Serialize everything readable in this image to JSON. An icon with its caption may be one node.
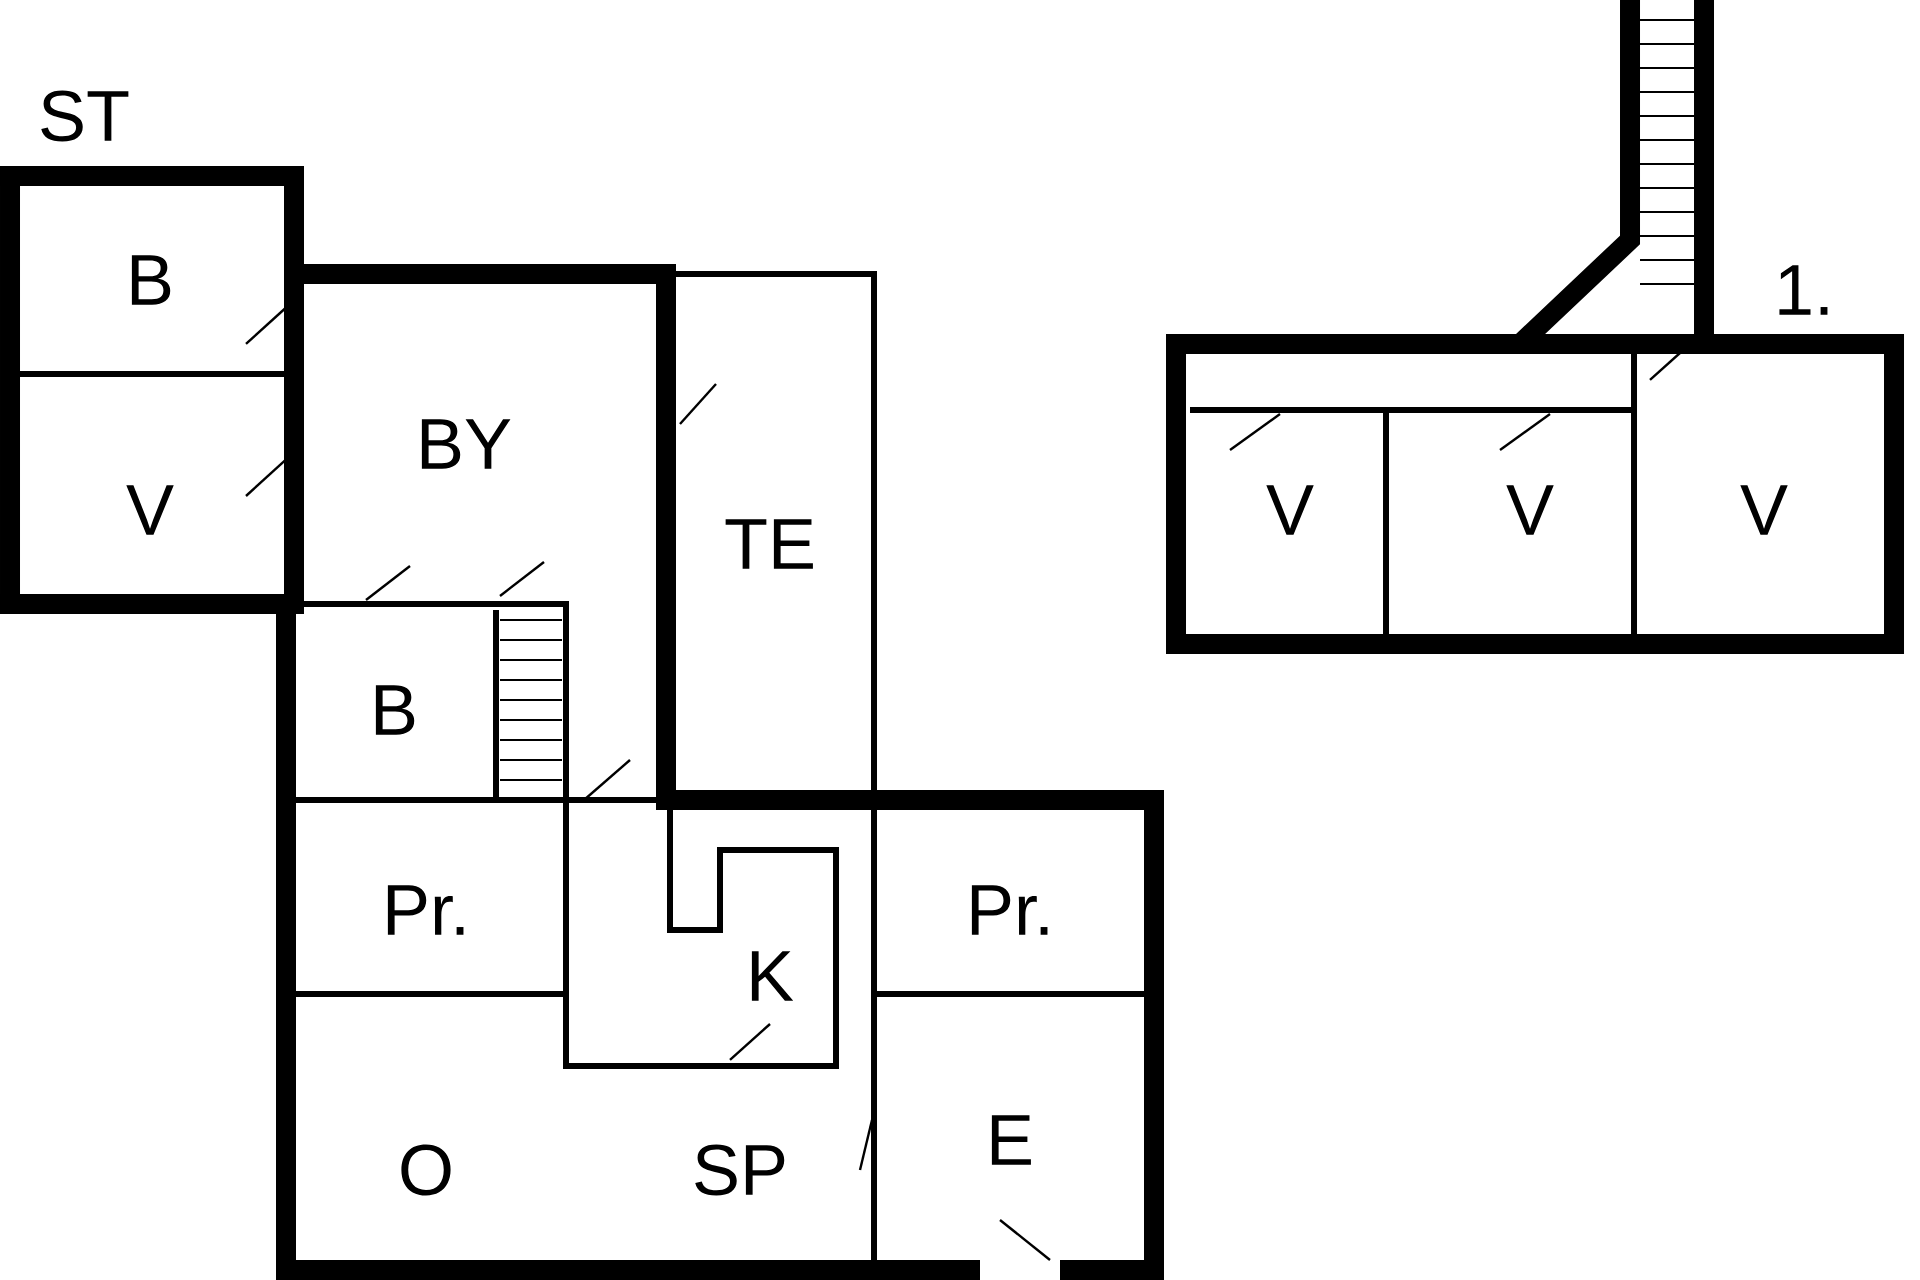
{
  "diagram": {
    "labels": [
      "ST",
      "B",
      "1.",
      "BY",
      "V",
      "V",
      "V",
      "V",
      "TE",
      "B",
      "Pr.",
      "Pr.",
      "K",
      "O",
      "SP",
      "E"
    ]
  }
}
